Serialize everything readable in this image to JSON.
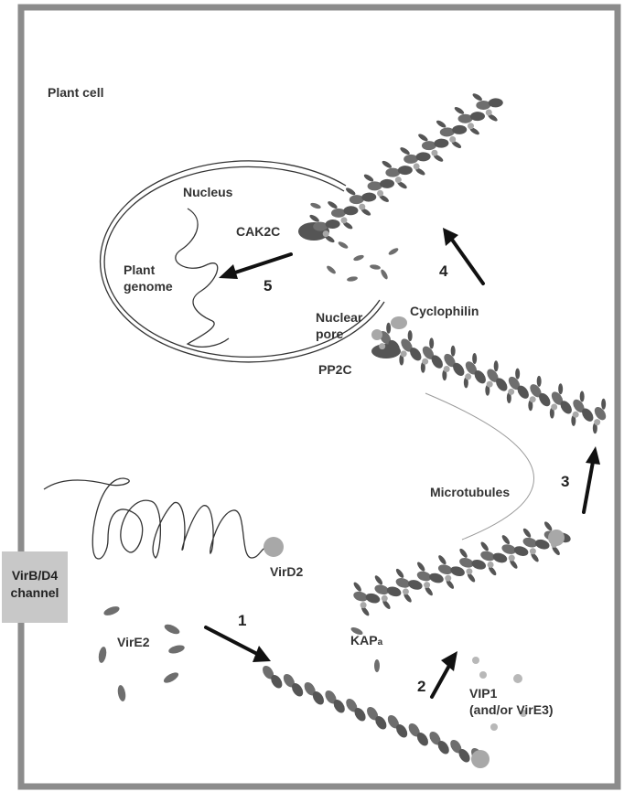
{
  "labels": {
    "plant_cell": "Plant cell",
    "nucleus": "Nucleus",
    "cak2c": "CAK2C",
    "plant_genome_1": "Plant",
    "plant_genome_2": "genome",
    "nuclear_pore_1": "Nuclear",
    "nuclear_pore_2": "pore",
    "cyclophilin": "Cyclophilin",
    "pp2c": "PP2C",
    "microtubules": "Microtubules",
    "virb_d4_1": "VirB/D4",
    "virb_d4_2": "channel",
    "vird2": "VirD2",
    "vire2": "VirE2",
    "kapa_main": "KAP",
    "kapa_sub": "a",
    "vip1_1": "VIP1",
    "vip1_2": "(and/or VirE3)"
  },
  "steps": [
    "1",
    "2",
    "3",
    "4",
    "5"
  ],
  "colors": {
    "cell_wall": "#8c8c8c",
    "channel_fill": "#c8c8c8",
    "protein_dark": "#555555",
    "protein_light": "#a8a8a8",
    "protein_mid": "#6e6e6e",
    "line": "#333333"
  }
}
